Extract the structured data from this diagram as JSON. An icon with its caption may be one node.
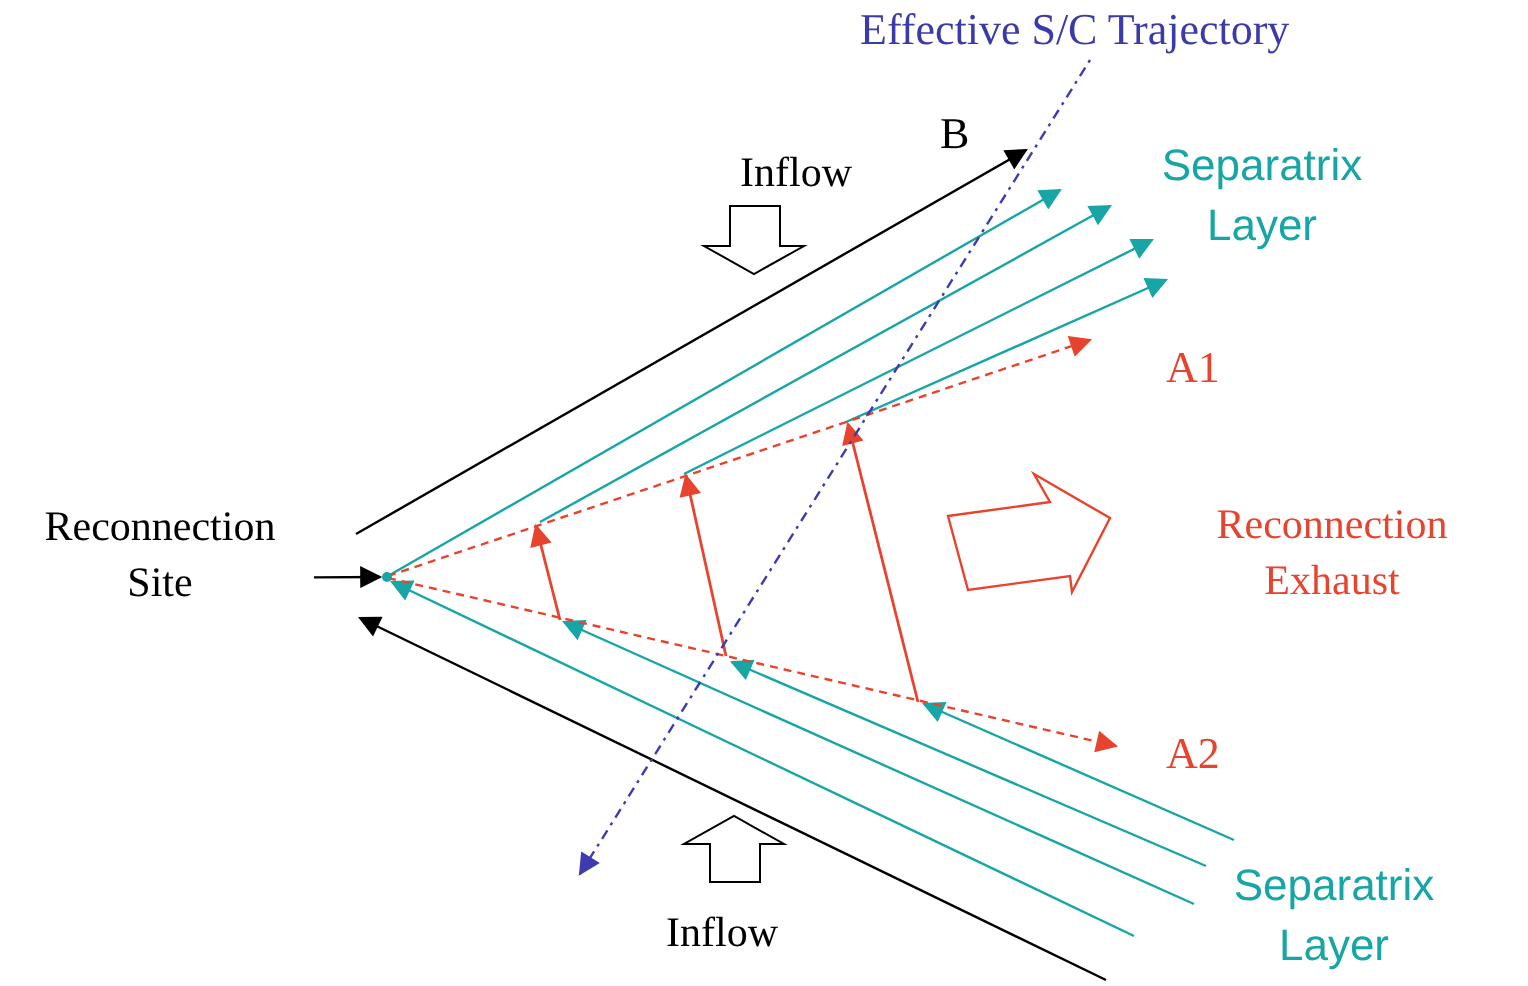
{
  "diagram": {
    "title": "Effective S/C Trajectory",
    "nodes": [
      {
        "text": [
          "Reconnection Site"
        ]
      },
      {
        "text": [],
        "shape": "point"
      }
    ],
    "edges": [
      {
        "from": 0,
        "to": 1,
        "arrow": "to"
      }
    ],
    "labels": [
      "B",
      "Inflow",
      "Separatrix Layer",
      "A1",
      "Reconnection Exhaust",
      "A2",
      "Inflow",
      "Separatrix Layer"
    ]
  }
}
